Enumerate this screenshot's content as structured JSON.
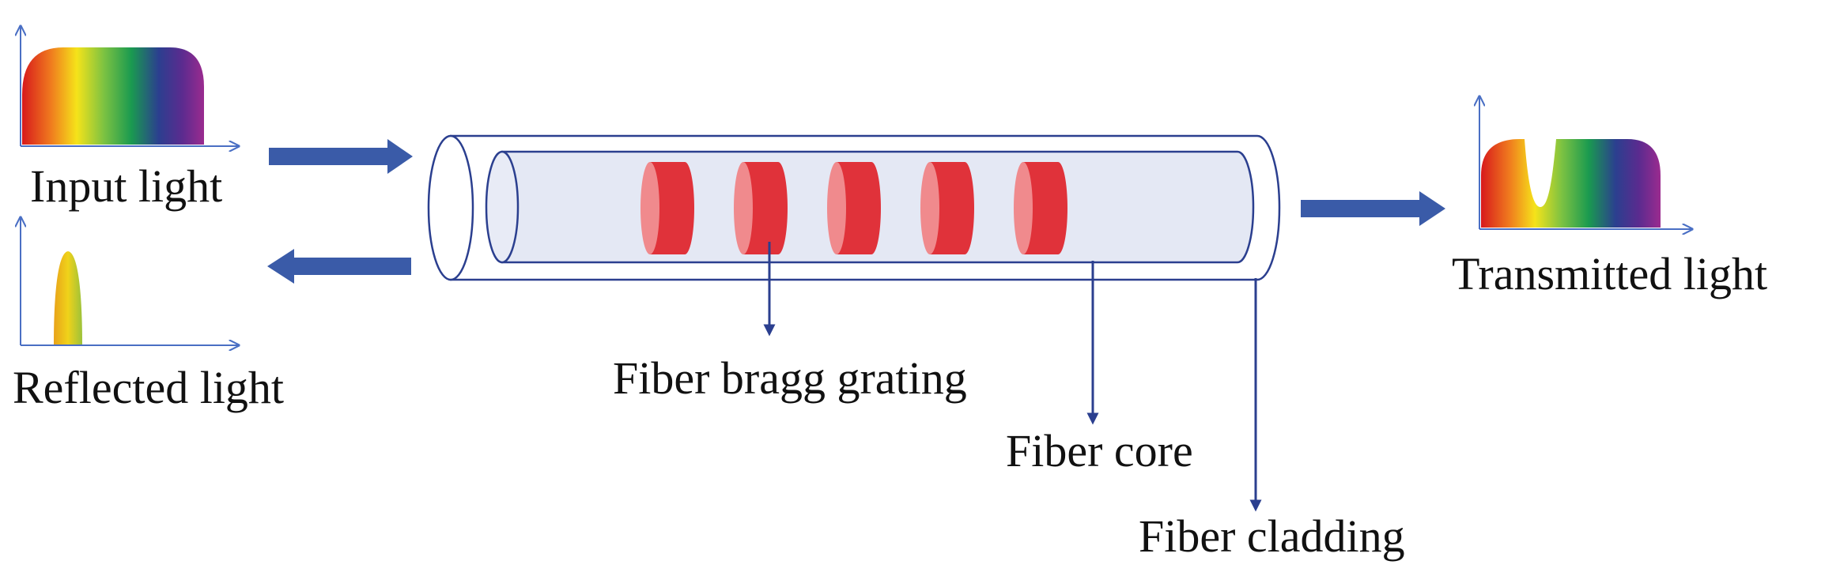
{
  "labels": {
    "input": "Input light",
    "reflected": "Reflected light",
    "transmitted": "Transmitted light",
    "grating": "Fiber bragg grating",
    "core": "Fiber core",
    "cladding": "Fiber cladding"
  },
  "colors": {
    "arrow": "#3a5ba8",
    "fiber_outline": "#2b3f8f",
    "core_fill": "#e4e8f4",
    "grating_fill": "#e0323a",
    "grating_highlight": "#f08a8d",
    "axis": "#4a6fc4",
    "spectrum": [
      "#d7191c",
      "#f07c1e",
      "#f5e31a",
      "#7cc242",
      "#1a9a50",
      "#2b3f8f",
      "#5b2b8f",
      "#9b2b8f"
    ]
  },
  "grating_count": 5
}
